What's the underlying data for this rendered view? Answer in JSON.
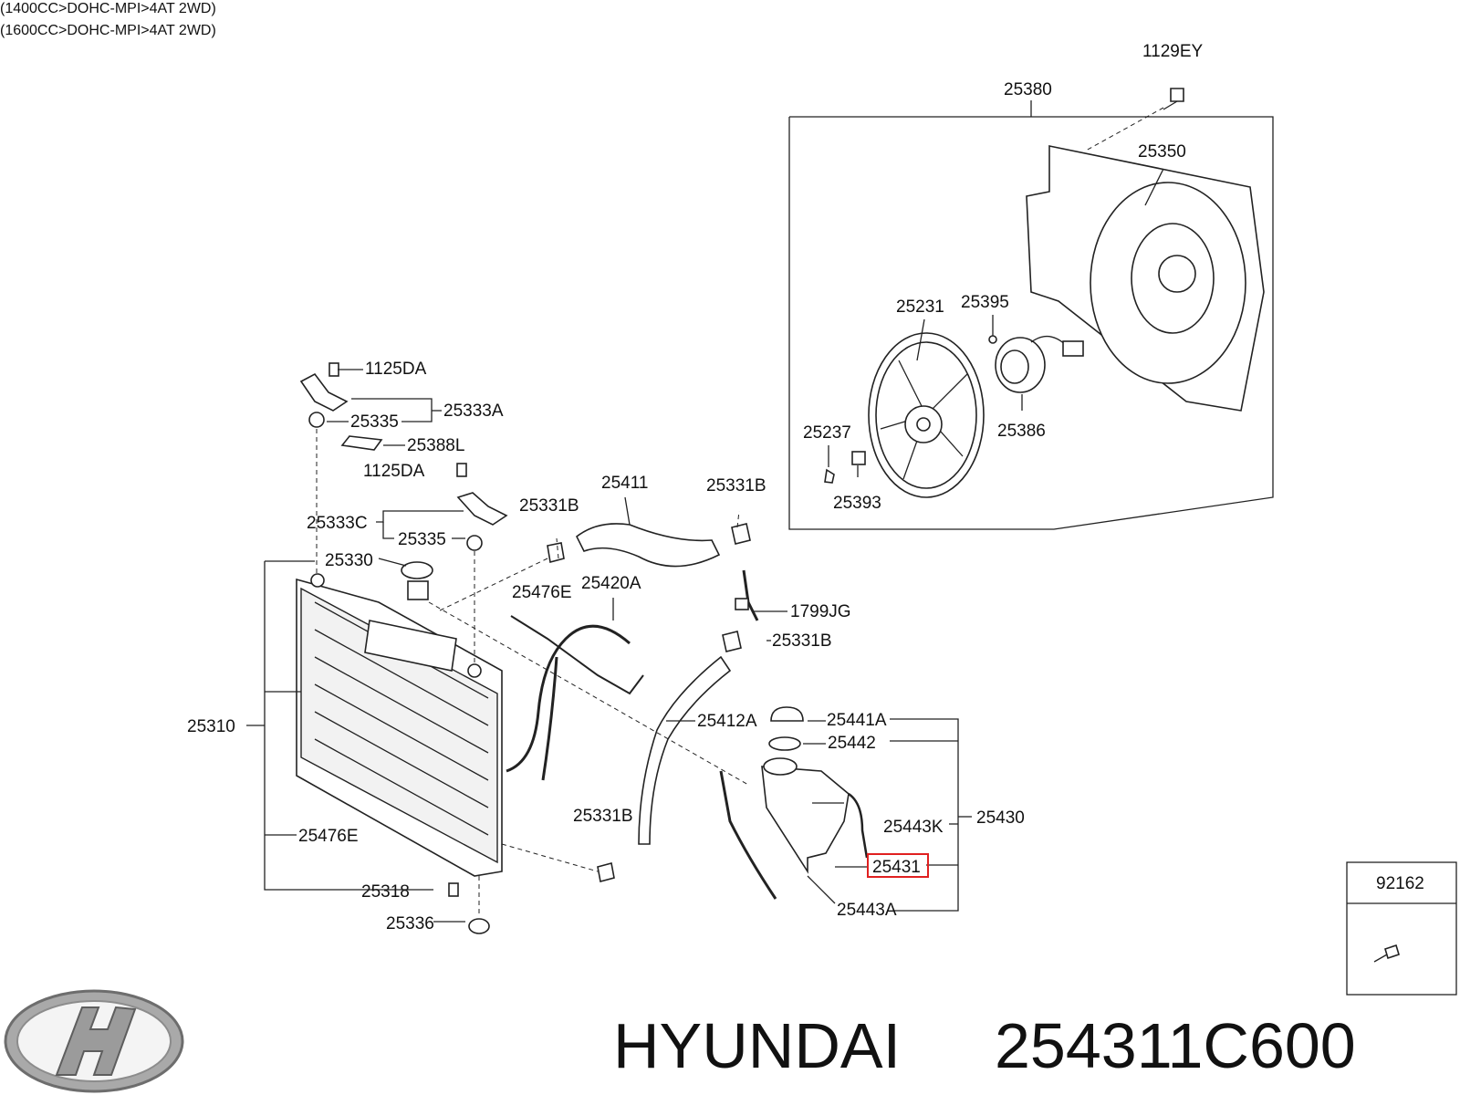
{
  "header": {
    "line1": "(1400CC>DOHC-MPI>4AT 2WD)",
    "line2": "(1600CC>DOHC-MPI>4AT 2WD)"
  },
  "brand": {
    "name": "HYUNDAI",
    "part_number": "254311C600",
    "logo_icon": "hyundai-logo-icon"
  },
  "labels": {
    "p1129EY": "1129EY",
    "p25380": "25380",
    "p25350": "25350",
    "p25231": "25231",
    "p25395": "25395",
    "p25237": "25237",
    "p25386": "25386",
    "p25393": "25393",
    "p1125DA_top": "1125DA",
    "p25335_top": "25335",
    "p25333A": "25333A",
    "p25388L": "25388L",
    "p1125DA_mid": "1125DA",
    "p25333C": "25333C",
    "p25335_mid": "25335",
    "p25330": "25330",
    "p25331B_1": "25331B",
    "p25411": "25411",
    "p25331B_2": "25331B",
    "p25476E_top": "25476E",
    "p25420A": "25420A",
    "p1799JG": "1799JG",
    "p25331B_3": "25331B",
    "p25310": "25310",
    "p25412A": "25412A",
    "p25441A": "25441A",
    "p25442": "25442",
    "p25430": "25430",
    "p25443K": "25443K",
    "p25331B_4": "25331B",
    "p25476E_bot": "25476E",
    "p25431": "25431",
    "p25443A": "25443A",
    "p25318": "25318",
    "p25336": "25336",
    "p92162": "92162"
  },
  "colors": {
    "highlight": "#e02020",
    "line": "#222222"
  }
}
